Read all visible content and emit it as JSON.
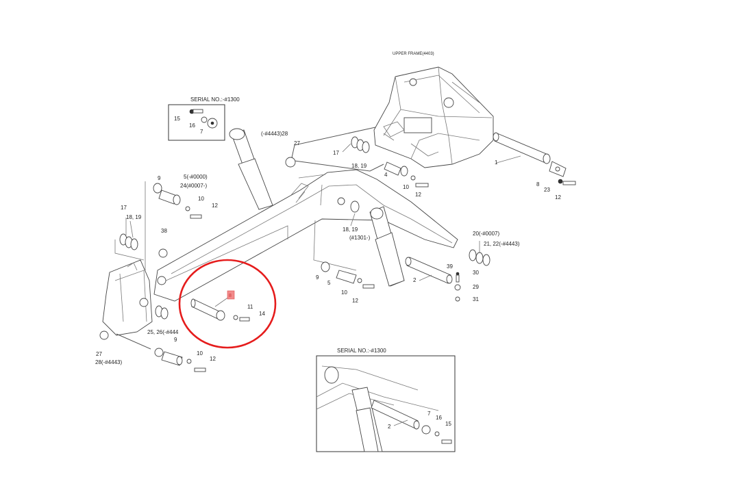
{
  "header_label": "UPPER FRAME(4403)",
  "inset_top": {
    "title": "SERIAL NO.:-#1300",
    "labels": [
      "15",
      "16",
      "7"
    ]
  },
  "inset_bottom": {
    "title": "SERIAL NO.:-#1300",
    "labels": [
      "7",
      "16",
      "15",
      "2"
    ]
  },
  "callouts": {
    "c27_top": "27",
    "c4443_28": "(-#4443)28",
    "c17_a": "17",
    "c18_19_a": "18, 19",
    "c4_a": "4",
    "c10_a": "10",
    "c12_a": "12",
    "c1": "1",
    "c8_r": "8",
    "c23": "23",
    "c12_r": "12",
    "c9_a": "9",
    "c5_0000": "5(-#0000)",
    "c24_0007": "24(#0007-)",
    "c10_b": "10",
    "c12_b": "12",
    "c17_b": "17",
    "c18_19_b": "18, 19",
    "c38": "38",
    "c18_19_c": "18, 19",
    "c1301": "(#1301-)",
    "c20_0007": "20(-#0007)",
    "c21_23_4443": "21,  22(-#4443)",
    "c39": "39",
    "c30": "30",
    "c2": "2",
    "c29": "29",
    "c31": "31",
    "c9_b": "9",
    "c5_b": "5",
    "c10_c": "10",
    "c12_c": "12",
    "c8_mid": "8",
    "c11": "11",
    "c14": "14",
    "c25_26": "25,  26(-#444",
    "c9_c": "9",
    "c10_d": "10",
    "c12_d": "12",
    "c27_b": "27",
    "c28_4443": "28(-#4443)"
  },
  "highlight": {
    "label": "8",
    "color": "#f28b8b"
  },
  "annotation": {
    "color": "#e51c1c"
  }
}
